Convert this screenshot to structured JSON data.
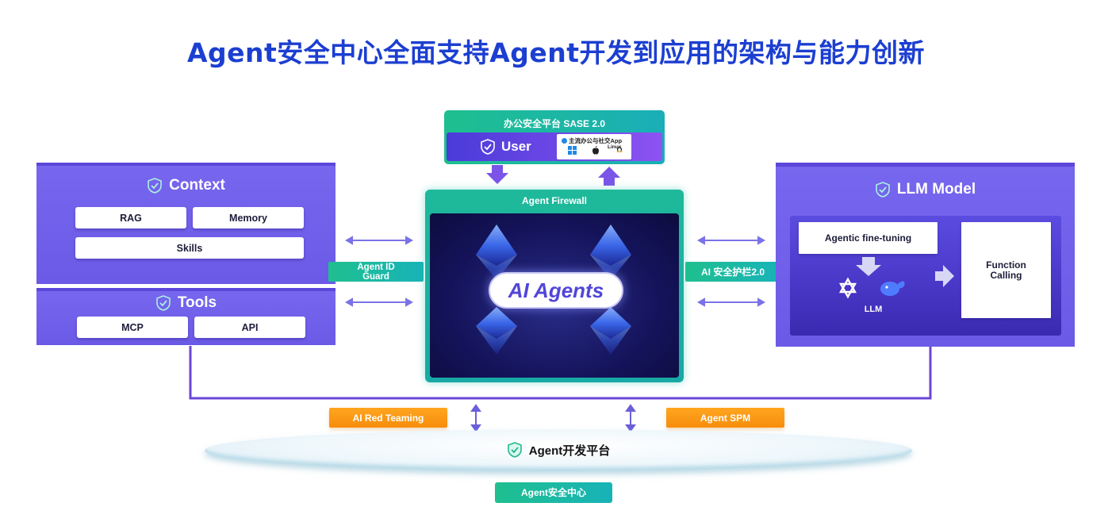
{
  "title": "Agent安全中心全面支持Agent开发到应用的架构与能力创新",
  "context": {
    "title": "Context",
    "items": [
      "RAG",
      "Memory",
      "Skills"
    ]
  },
  "tools": {
    "title": "Tools",
    "items": [
      "MCP",
      "API"
    ]
  },
  "sase": {
    "label": "办公安全平台 SASE 2.0",
    "user": "User",
    "apps_title": "主流办公与社交App",
    "os": [
      "Windows",
      "Apple",
      "Linux"
    ]
  },
  "firewall": {
    "label": "Agent Firewall",
    "core": "AI Agents"
  },
  "left_tag": {
    "line1": "Agent ID",
    "line2": "Guard"
  },
  "right_tag": "AI 安全护栏2.0",
  "llm": {
    "title": "LLM Model",
    "fine_tuning": "Agentic fine-tuning",
    "llm_label": "LLM",
    "function_calling_1": "Function",
    "function_calling_2": "Calling"
  },
  "bottom": {
    "red_teaming": "AI Red Teaming",
    "spm": "Agent SPM",
    "platform": "Agent开发平台",
    "center": "Agent安全中心"
  },
  "colors": {
    "title_blue": "#1c3fd1",
    "panel_purple": "#7766ee",
    "teal": "#1ebf8f",
    "orange": "#f78d0c",
    "line_purple": "#6b45d6"
  }
}
